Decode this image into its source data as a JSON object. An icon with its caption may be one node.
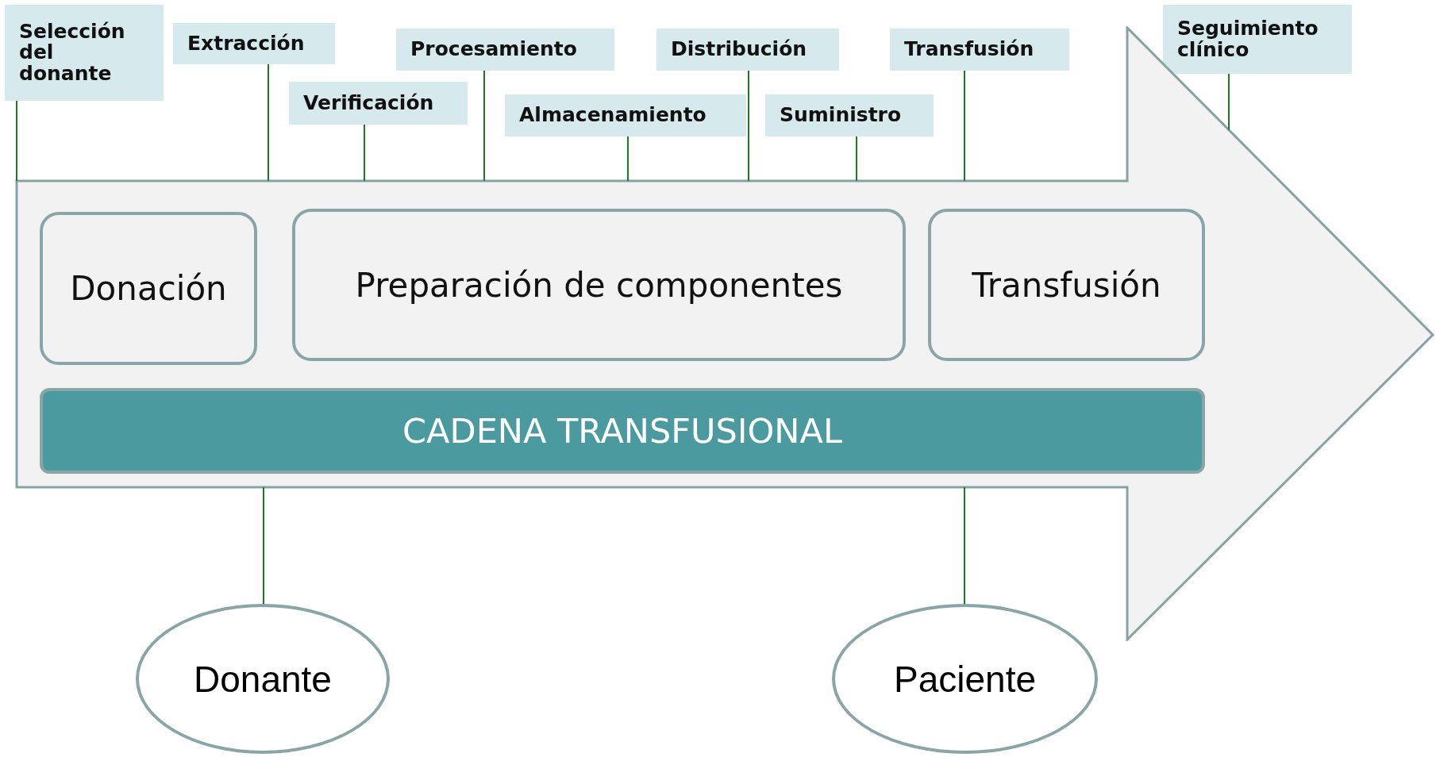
{
  "diagram": {
    "nodes": [
      {
        "text": [
          "Selección del donante"
        ]
      },
      {
        "text": [
          "Extracción"
        ]
      },
      {
        "text": [
          "Verificación"
        ]
      },
      {
        "text": [
          "Procesamiento"
        ]
      },
      {
        "text": [
          "Almacenamiento"
        ]
      },
      {
        "text": [
          "Distribución"
        ]
      },
      {
        "text": [
          "Suministro"
        ]
      },
      {
        "text": [
          "Transfusión"
        ]
      },
      {
        "text": [
          "Seguimiento clínico"
        ]
      },
      {
        "text": [],
        "shape": "arrow"
      },
      {
        "text": [
          "Donación"
        ],
        "in": 9
      },
      {
        "text": [
          "Preparación de componentes"
        ],
        "in": 9
      },
      {
        "text": [
          "Transfusión"
        ],
        "in": 9
      },
      {
        "text": [
          "CADENA TRANSFUSIONAL"
        ],
        "in": 9
      },
      {
        "text": [
          "Donante"
        ]
      },
      {
        "text": [
          "Paciente"
        ]
      }
    ],
    "edges": [
      {
        "from": 0,
        "to": 9,
        "arrow": "none"
      },
      {
        "from": 1,
        "to": 9,
        "arrow": "none"
      },
      {
        "from": 2,
        "to": 9,
        "arrow": "none"
      },
      {
        "from": 3,
        "to": 9,
        "arrow": "none"
      },
      {
        "from": 4,
        "to": 9,
        "arrow": "none"
      },
      {
        "from": 5,
        "to": 9,
        "arrow": "none"
      },
      {
        "from": 6,
        "to": 9,
        "arrow": "none"
      },
      {
        "from": 7,
        "to": 9,
        "arrow": "none"
      },
      {
        "from": 8,
        "to": 9,
        "arrow": "none"
      },
      {
        "from": 14,
        "to": 9,
        "arrow": "none"
      },
      {
        "from": 15,
        "to": 9,
        "arrow": "none"
      }
    ]
  }
}
